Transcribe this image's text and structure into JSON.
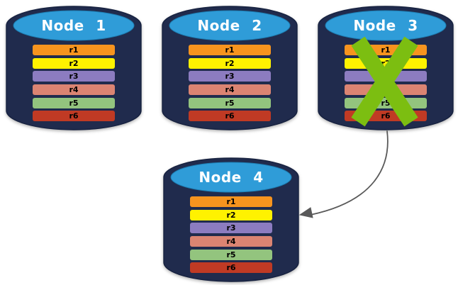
{
  "diagram": {
    "description": "Database replication diagram: four nodes each storing rows r1-r6; Node 3 is crossed out (failed) and an arrow points from Node 3 to replacement Node 4"
  },
  "nodes": [
    {
      "id": "node-1",
      "label": "Node 1",
      "failed": false
    },
    {
      "id": "node-2",
      "label": "Node 2",
      "failed": false
    },
    {
      "id": "node-3",
      "label": "Node 3",
      "failed": true
    },
    {
      "id": "node-4",
      "label": "Node 4",
      "failed": false
    }
  ],
  "rows": [
    {
      "label": "r1",
      "color": "#F7941E"
    },
    {
      "label": "r2",
      "color": "#FFF200"
    },
    {
      "label": "r3",
      "color": "#8C7CC0"
    },
    {
      "label": "r4",
      "color": "#DB8472"
    },
    {
      "label": "r5",
      "color": "#93C47E"
    },
    {
      "label": "r6",
      "color": "#C03A24"
    }
  ],
  "colors": {
    "cylinder_body": "#202B4D",
    "cylinder_top": "#2F9CD8",
    "cylinder_outline": "#16213F",
    "failure_x": "#7CBE11",
    "arrow": "#595959",
    "row_text": "#000000",
    "label_text": "#FFFFFF"
  }
}
